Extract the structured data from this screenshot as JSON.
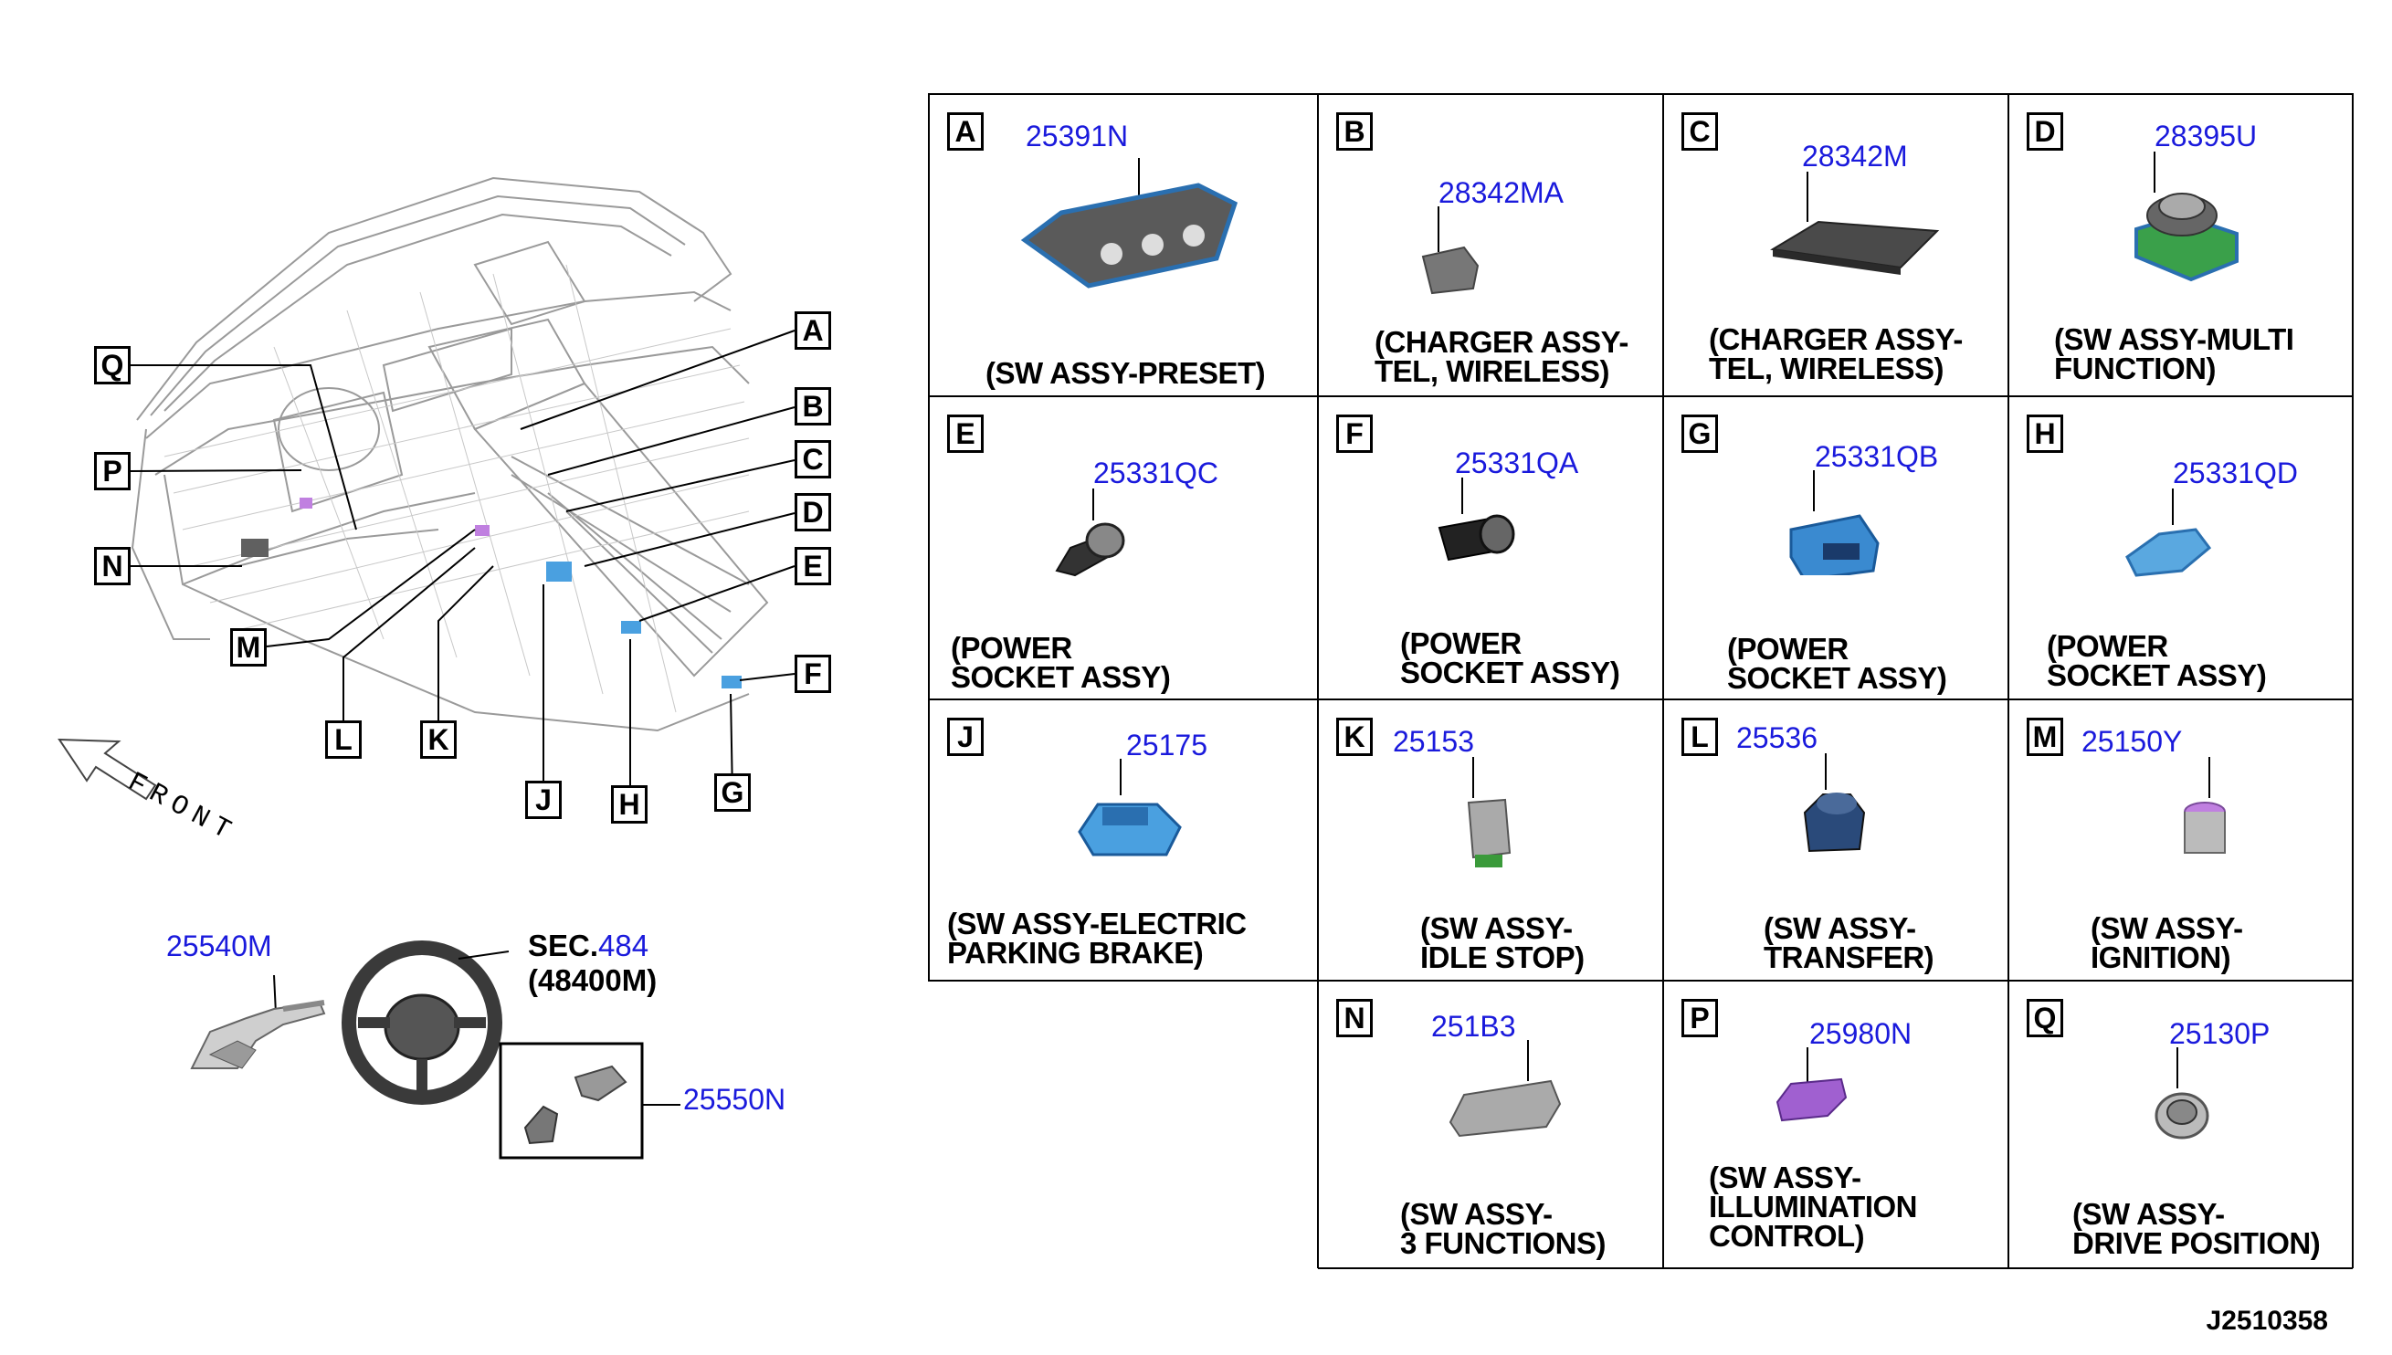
{
  "cells": [
    {
      "letter": "A",
      "part": "25391N",
      "desc": "(SW ASSY-PRESET)"
    },
    {
      "letter": "B",
      "part": "28342MA",
      "desc": "(CHARGER ASSY-\nTEL, WIRELESS)"
    },
    {
      "letter": "C",
      "part": "28342M",
      "desc": "(CHARGER ASSY-\nTEL, WIRELESS)"
    },
    {
      "letter": "D",
      "part": "28395U",
      "desc": "(SW ASSY-MULTI\nFUNCTION)"
    },
    {
      "letter": "E",
      "part": "25331QC",
      "desc": "(POWER\nSOCKET ASSY)"
    },
    {
      "letter": "F",
      "part": "25331QA",
      "desc": "(POWER\nSOCKET ASSY)"
    },
    {
      "letter": "G",
      "part": "25331QB",
      "desc": "(POWER\nSOCKET ASSY)"
    },
    {
      "letter": "H",
      "part": "25331QD",
      "desc": "(POWER\nSOCKET ASSY)"
    },
    {
      "letter": "J",
      "part": "25175",
      "desc": "(SW ASSY-ELECTRIC\nPARKING BRAKE)"
    },
    {
      "letter": "K",
      "part": "25153",
      "desc": "(SW ASSY-\nIDLE STOP)"
    },
    {
      "letter": "L",
      "part": "25536",
      "desc": "(SW ASSY-\nTRANSFER)"
    },
    {
      "letter": "M",
      "part": "25150Y",
      "desc": "(SW ASSY-\nIGNITION)"
    },
    {
      "letter": "N",
      "part": "251B3",
      "desc": "(SW ASSY-\n3 FUNCTIONS)"
    },
    {
      "letter": "P",
      "part": "25980N",
      "desc": "(SW ASSY-\nILLUMINATION\nCONTROL)"
    },
    {
      "letter": "Q",
      "part": "25130P",
      "desc": "(SW ASSY-\nDRIVE POSITION)"
    }
  ],
  "overview": {
    "callouts": [
      "A",
      "B",
      "C",
      "D",
      "E",
      "F",
      "G",
      "H",
      "J",
      "K",
      "L",
      "M",
      "N",
      "P",
      "Q"
    ],
    "front_label": "FRONT"
  },
  "steering": {
    "combo_switch_part": "25540M",
    "wheel_sec_label": "SEC.",
    "wheel_sec_number": "484",
    "wheel_sec_part": "(48400M)",
    "wheel_switch_part": "25550N"
  },
  "footer": {
    "diagram_code": "J2510358"
  }
}
